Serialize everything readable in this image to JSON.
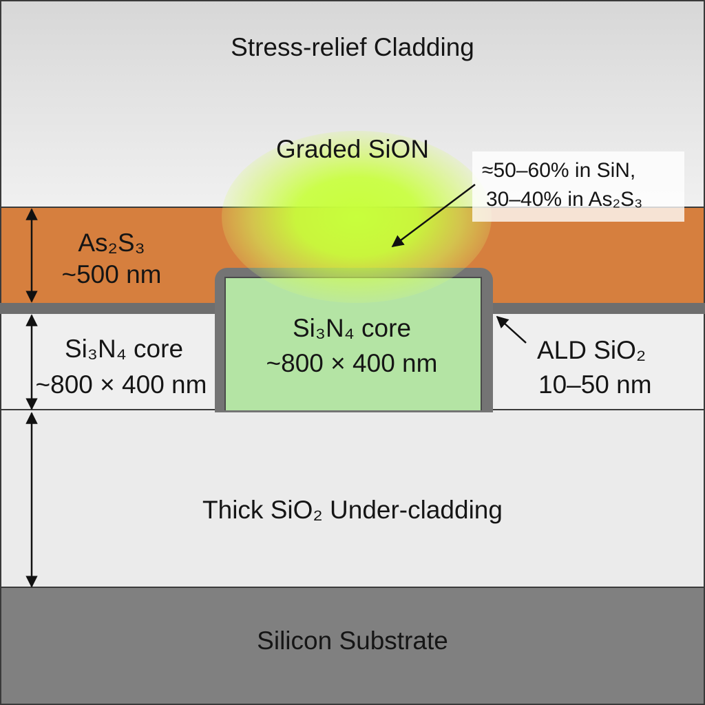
{
  "layers": {
    "top_cladding": "Stress-relief Cladding",
    "graded": "Graded SiON",
    "as2s3_name": "As₂S₃",
    "as2s3_thickness": "~500 nm",
    "core_left_name": "Si₃N₄ core",
    "core_left_size": "~800 × 400 nm",
    "core_center_name": "Si₃N₄ core",
    "core_center_size": "~800 × 400 nm",
    "ald_name": "ALD SiO₂",
    "ald_thickness": "10–50 nm",
    "under_cladding": "Thick SiO₂ Under-cladding",
    "substrate": "Silicon Substrate"
  },
  "callout": {
    "line1": "≈50–60% in SiN,",
    "line2": "30–40% in As₂S₃"
  },
  "colors": {
    "as2s3": "#d67f3e",
    "core": "#b4e4a4",
    "mode_glow": "#c8ff3c",
    "substrate": "#808080",
    "ald": "#6e6e6e"
  }
}
